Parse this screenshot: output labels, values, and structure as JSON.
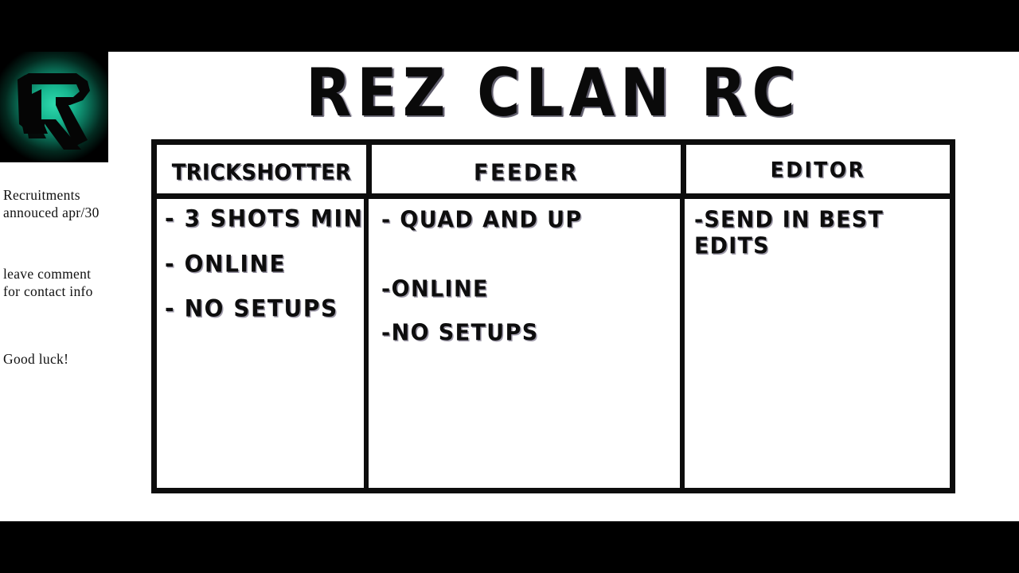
{
  "frame": {
    "letterbox_color": "#000000",
    "canvas_color": "#ffffff"
  },
  "logo": {
    "name": "rez-clan-logo",
    "letter": "R",
    "glow_color": "#2fd9ad",
    "mark_color": "#000000",
    "background_color": "#000000"
  },
  "title": {
    "text": "REZ CLAN RC",
    "color": "#0a0a0a"
  },
  "sidebar": {
    "notes": [
      "Recruitments\nannouced apr/30",
      "leave comment\nfor contact info",
      "Good luck!"
    ]
  },
  "table": {
    "columns": [
      {
        "header": "TRICKSHOTTER",
        "items": [
          "- 3 SHOTS MIN",
          "- ONLINE",
          "- NO SETUPS"
        ]
      },
      {
        "header": "FEEDER",
        "items": [
          "- QUAD AND UP",
          "-ONLINE",
          "-NO SETUPS"
        ]
      },
      {
        "header": "EDITOR",
        "items": [
          "-SEND IN BEST EDITS"
        ]
      }
    ],
    "border_color": "#0d0d0d"
  }
}
